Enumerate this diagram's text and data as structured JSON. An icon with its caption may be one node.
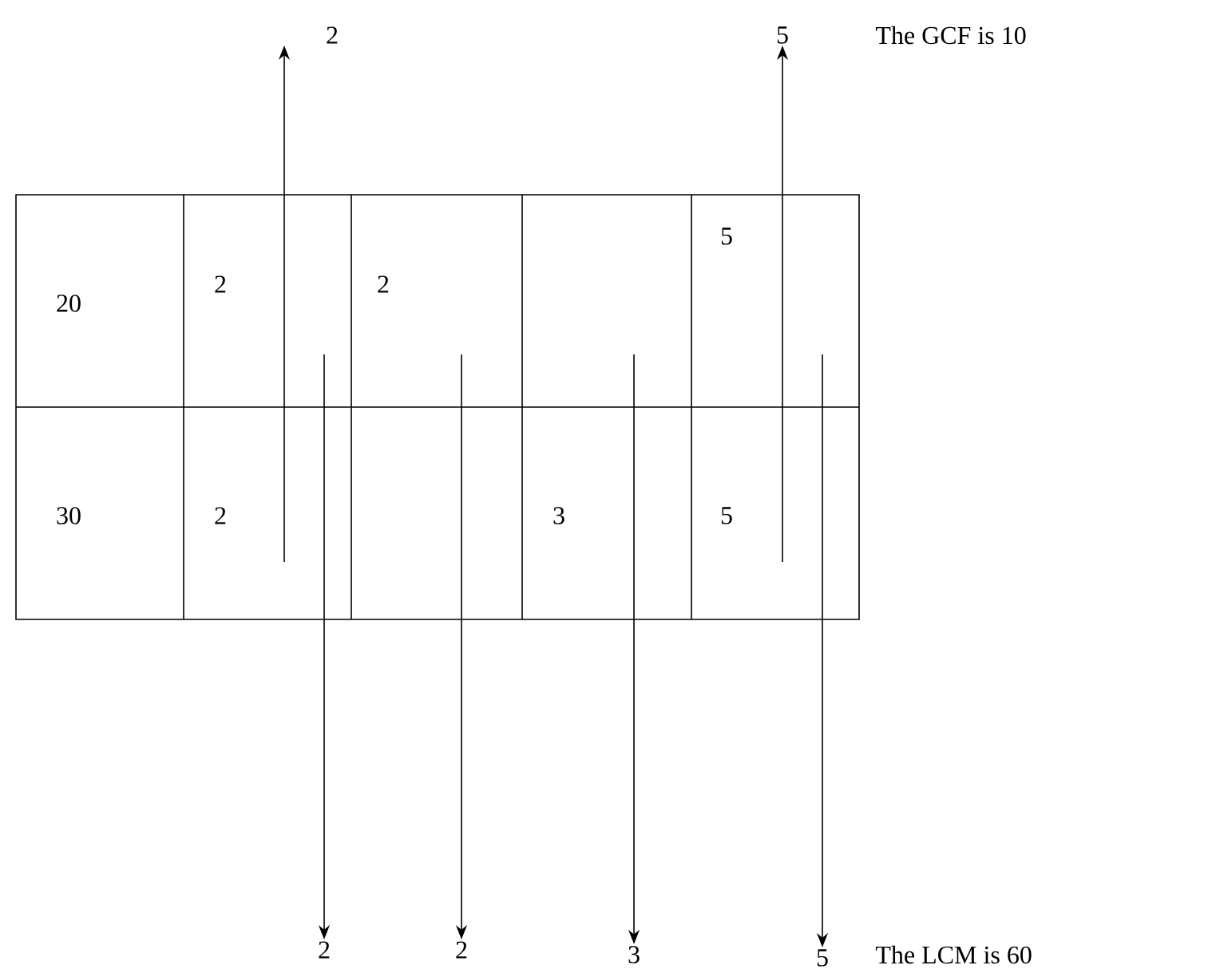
{
  "diagram": {
    "nodes": [
      {
        "text": [
          "2"
        ]
      },
      {
        "text": [
          "5"
        ]
      },
      {
        "text": [
          "2"
        ]
      },
      {
        "text": [
          "2"
        ]
      },
      {
        "text": [
          "3"
        ]
      },
      {
        "text": [
          "5"
        ]
      }
    ],
    "edges": [
      {
        "from": null,
        "to": 0,
        "arrow": "to"
      },
      {
        "from": null,
        "to": 1,
        "arrow": "to"
      },
      {
        "from": null,
        "to": 2,
        "arrow": "to"
      },
      {
        "from": null,
        "to": 3,
        "arrow": "to"
      },
      {
        "from": null,
        "to": 4,
        "arrow": "to"
      },
      {
        "from": null,
        "to": 5,
        "arrow": "to"
      }
    ],
    "labels": [
      "20",
      "2",
      "2",
      "5",
      "30",
      "2",
      "3",
      "5",
      "The GCF is 10",
      "The LCM is 60"
    ]
  }
}
